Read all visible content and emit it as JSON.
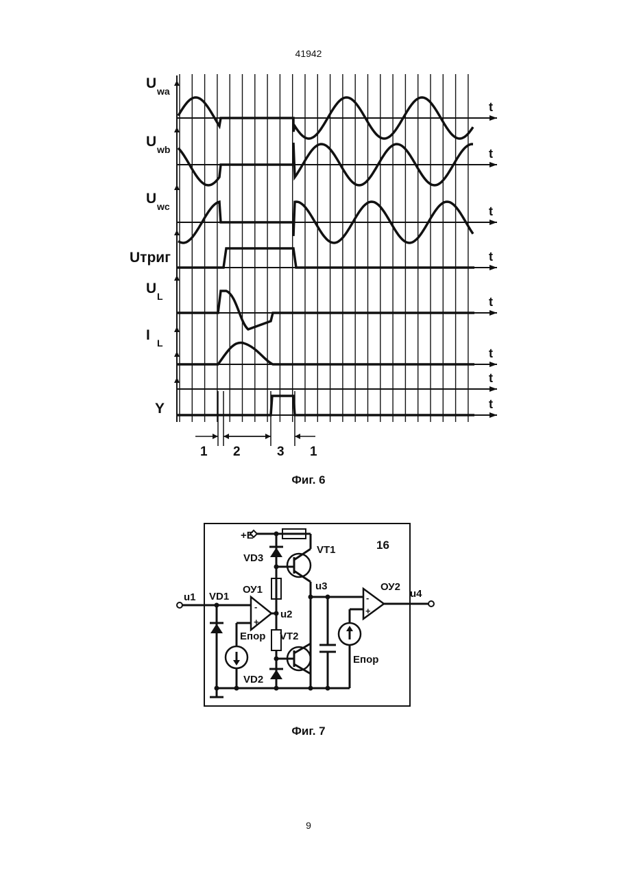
{
  "document": {
    "doc_number": "41942",
    "page_number": "9"
  },
  "figure6": {
    "caption": "Фиг. 6",
    "signals": [
      {
        "main": "U",
        "sub": "wa"
      },
      {
        "main": "U",
        "sub": "wb"
      },
      {
        "main": "U",
        "sub": "wc"
      },
      {
        "main": "Uтриг",
        "sub": ""
      },
      {
        "main": "U",
        "sub": "L"
      },
      {
        "main": "I",
        "sub": "L"
      },
      {
        "main": "",
        "sub": ""
      },
      {
        "main": "Y",
        "sub": ""
      }
    ],
    "time_label": "t",
    "interval_labels": [
      "1",
      "2",
      "3",
      "1"
    ]
  },
  "figure7": {
    "caption": "Фиг. 7",
    "block_number": "16",
    "labels": {
      "supply": "+E",
      "vd3": "VD3",
      "vt1": "VT1",
      "u1": "u1",
      "vd1": "VD1",
      "oy1": "ОУ1",
      "u2": "u2",
      "u3": "u3",
      "oy2": "ОУ2",
      "u4": "u4",
      "eref1": "Eпор",
      "vt2": "VT2",
      "eref2": "Eпор",
      "vd2": "VD2"
    }
  }
}
